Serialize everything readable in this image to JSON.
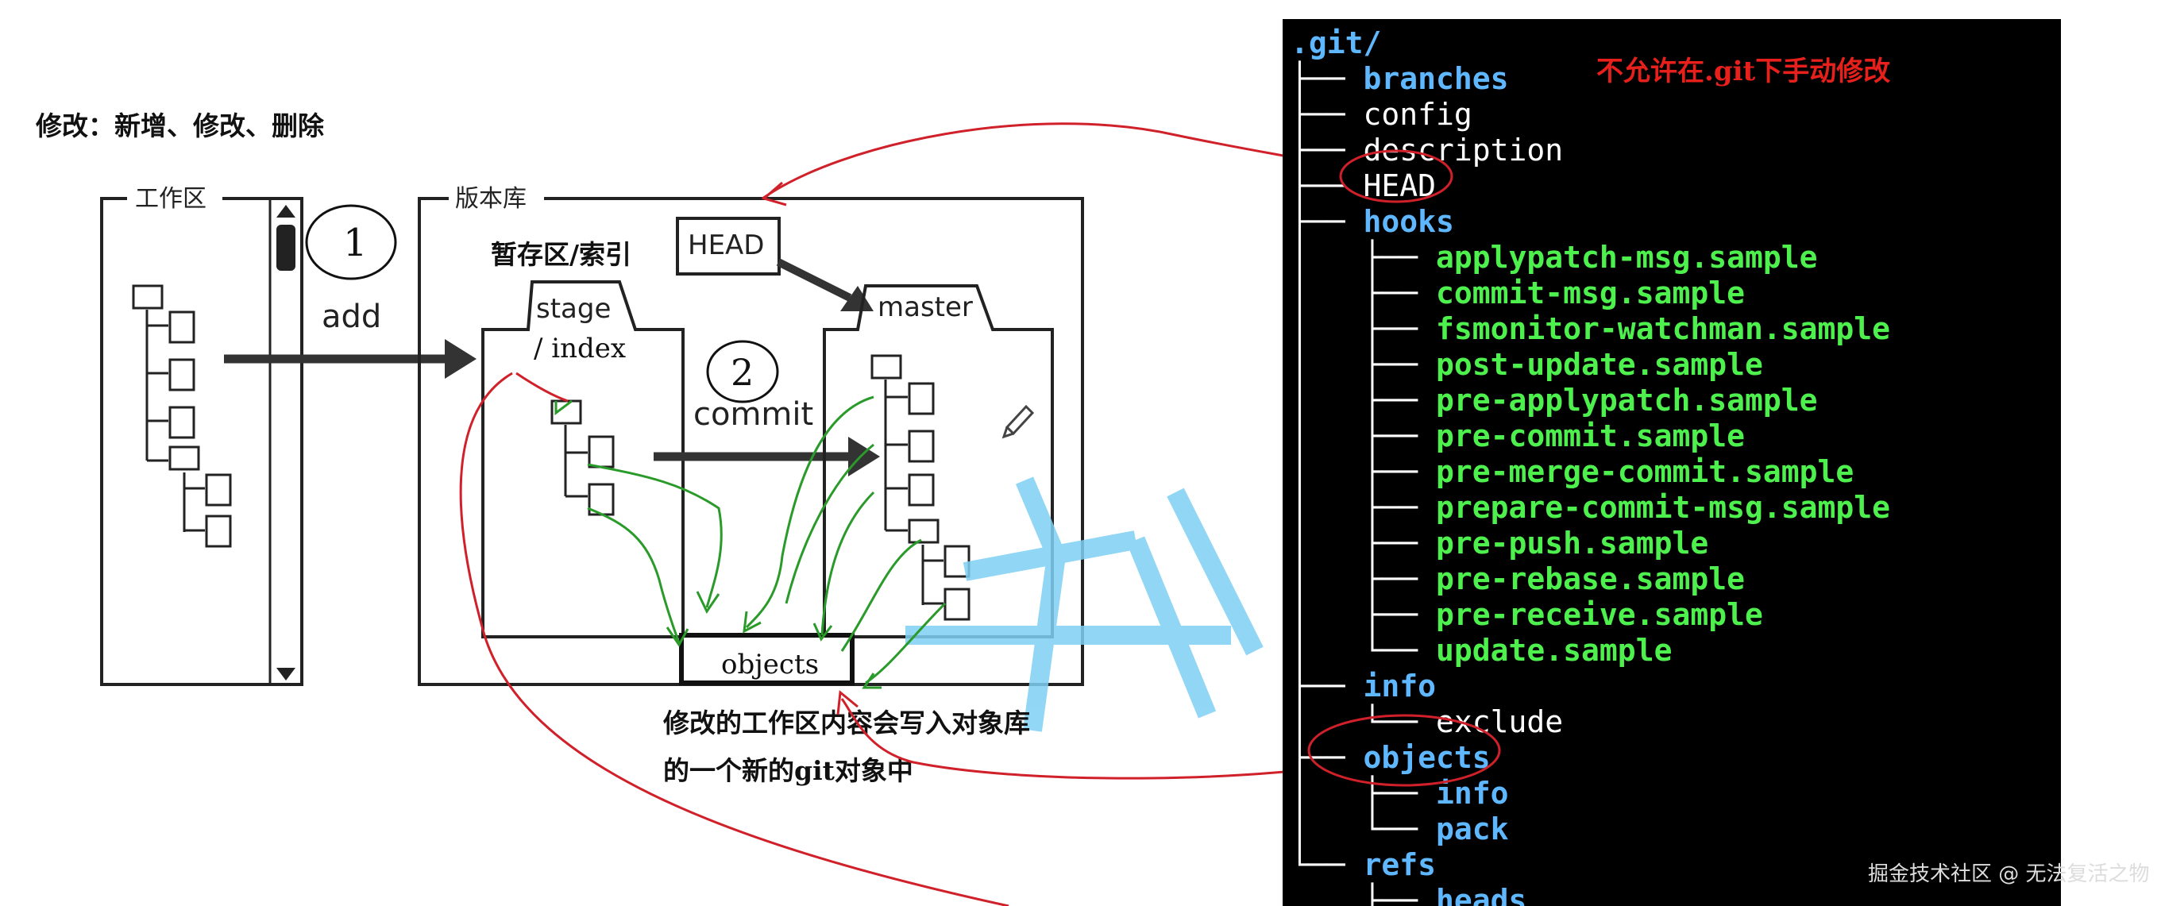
{
  "left": {
    "heading": "修改：新增、修改、删除",
    "workspace_label": "工作区",
    "repo_label": "版本库",
    "step1_number": "1",
    "add_label": "add",
    "step2_number": "2",
    "commit_label": "commit",
    "stage_caption": "暂存区/索引",
    "stage_label": "stage",
    "index_label": "/ index",
    "head_label": "HEAD",
    "master_label": "master",
    "objects_label": "objects",
    "note_line1": "修改的工作区内容会写入对象库",
    "note_line2": "的一个新的git对象中"
  },
  "terminal": {
    "warning": "不允许在.git下手动修改",
    "lines": [
      {
        "prefix": ".git/",
        "text": "",
        "color": "#5fb8ff"
      },
      {
        "prefix": "├── ",
        "text": "branches",
        "color": "#5fb8ff"
      },
      {
        "prefix": "├── ",
        "text": "config",
        "color": "#ffffff"
      },
      {
        "prefix": "├── ",
        "text": "description",
        "color": "#ffffff"
      },
      {
        "prefix": "├── ",
        "text": "HEAD",
        "color": "#ffffff"
      },
      {
        "prefix": "├── ",
        "text": "hooks",
        "color": "#5fb8ff"
      },
      {
        "prefix": "│   ├── ",
        "text": "applypatch-msg.sample",
        "color": "#4ef04e"
      },
      {
        "prefix": "│   ├── ",
        "text": "commit-msg.sample",
        "color": "#4ef04e"
      },
      {
        "prefix": "│   ├── ",
        "text": "fsmonitor-watchman.sample",
        "color": "#4ef04e"
      },
      {
        "prefix": "│   ├── ",
        "text": "post-update.sample",
        "color": "#4ef04e"
      },
      {
        "prefix": "│   ├── ",
        "text": "pre-applypatch.sample",
        "color": "#4ef04e"
      },
      {
        "prefix": "│   ├── ",
        "text": "pre-commit.sample",
        "color": "#4ef04e"
      },
      {
        "prefix": "│   ├── ",
        "text": "pre-merge-commit.sample",
        "color": "#4ef04e"
      },
      {
        "prefix": "│   ├── ",
        "text": "prepare-commit-msg.sample",
        "color": "#4ef04e"
      },
      {
        "prefix": "│   ├── ",
        "text": "pre-push.sample",
        "color": "#4ef04e"
      },
      {
        "prefix": "│   ├── ",
        "text": "pre-rebase.sample",
        "color": "#4ef04e"
      },
      {
        "prefix": "│   ├── ",
        "text": "pre-receive.sample",
        "color": "#4ef04e"
      },
      {
        "prefix": "│   └── ",
        "text": "update.sample",
        "color": "#4ef04e"
      },
      {
        "prefix": "├── ",
        "text": "info",
        "color": "#5fb8ff"
      },
      {
        "prefix": "│   └── ",
        "text": "exclude",
        "color": "#ffffff"
      },
      {
        "prefix": "├── ",
        "text": "objects",
        "color": "#5fb8ff"
      },
      {
        "prefix": "│   ├── ",
        "text": "info",
        "color": "#5fb8ff"
      },
      {
        "prefix": "│   └── ",
        "text": "pack",
        "color": "#5fb8ff"
      },
      {
        "prefix": "└── ",
        "text": "refs",
        "color": "#5fb8ff"
      },
      {
        "prefix": "    ├── ",
        "text": "heads",
        "color": "#5fb8ff"
      }
    ]
  },
  "watermark": "掘金技术社区 @ 无法复活之物",
  "colors": {
    "annotation_red": "#d0202a",
    "annotation_green": "#2a9a2a",
    "overlay_blue": "#7fd0f5"
  }
}
